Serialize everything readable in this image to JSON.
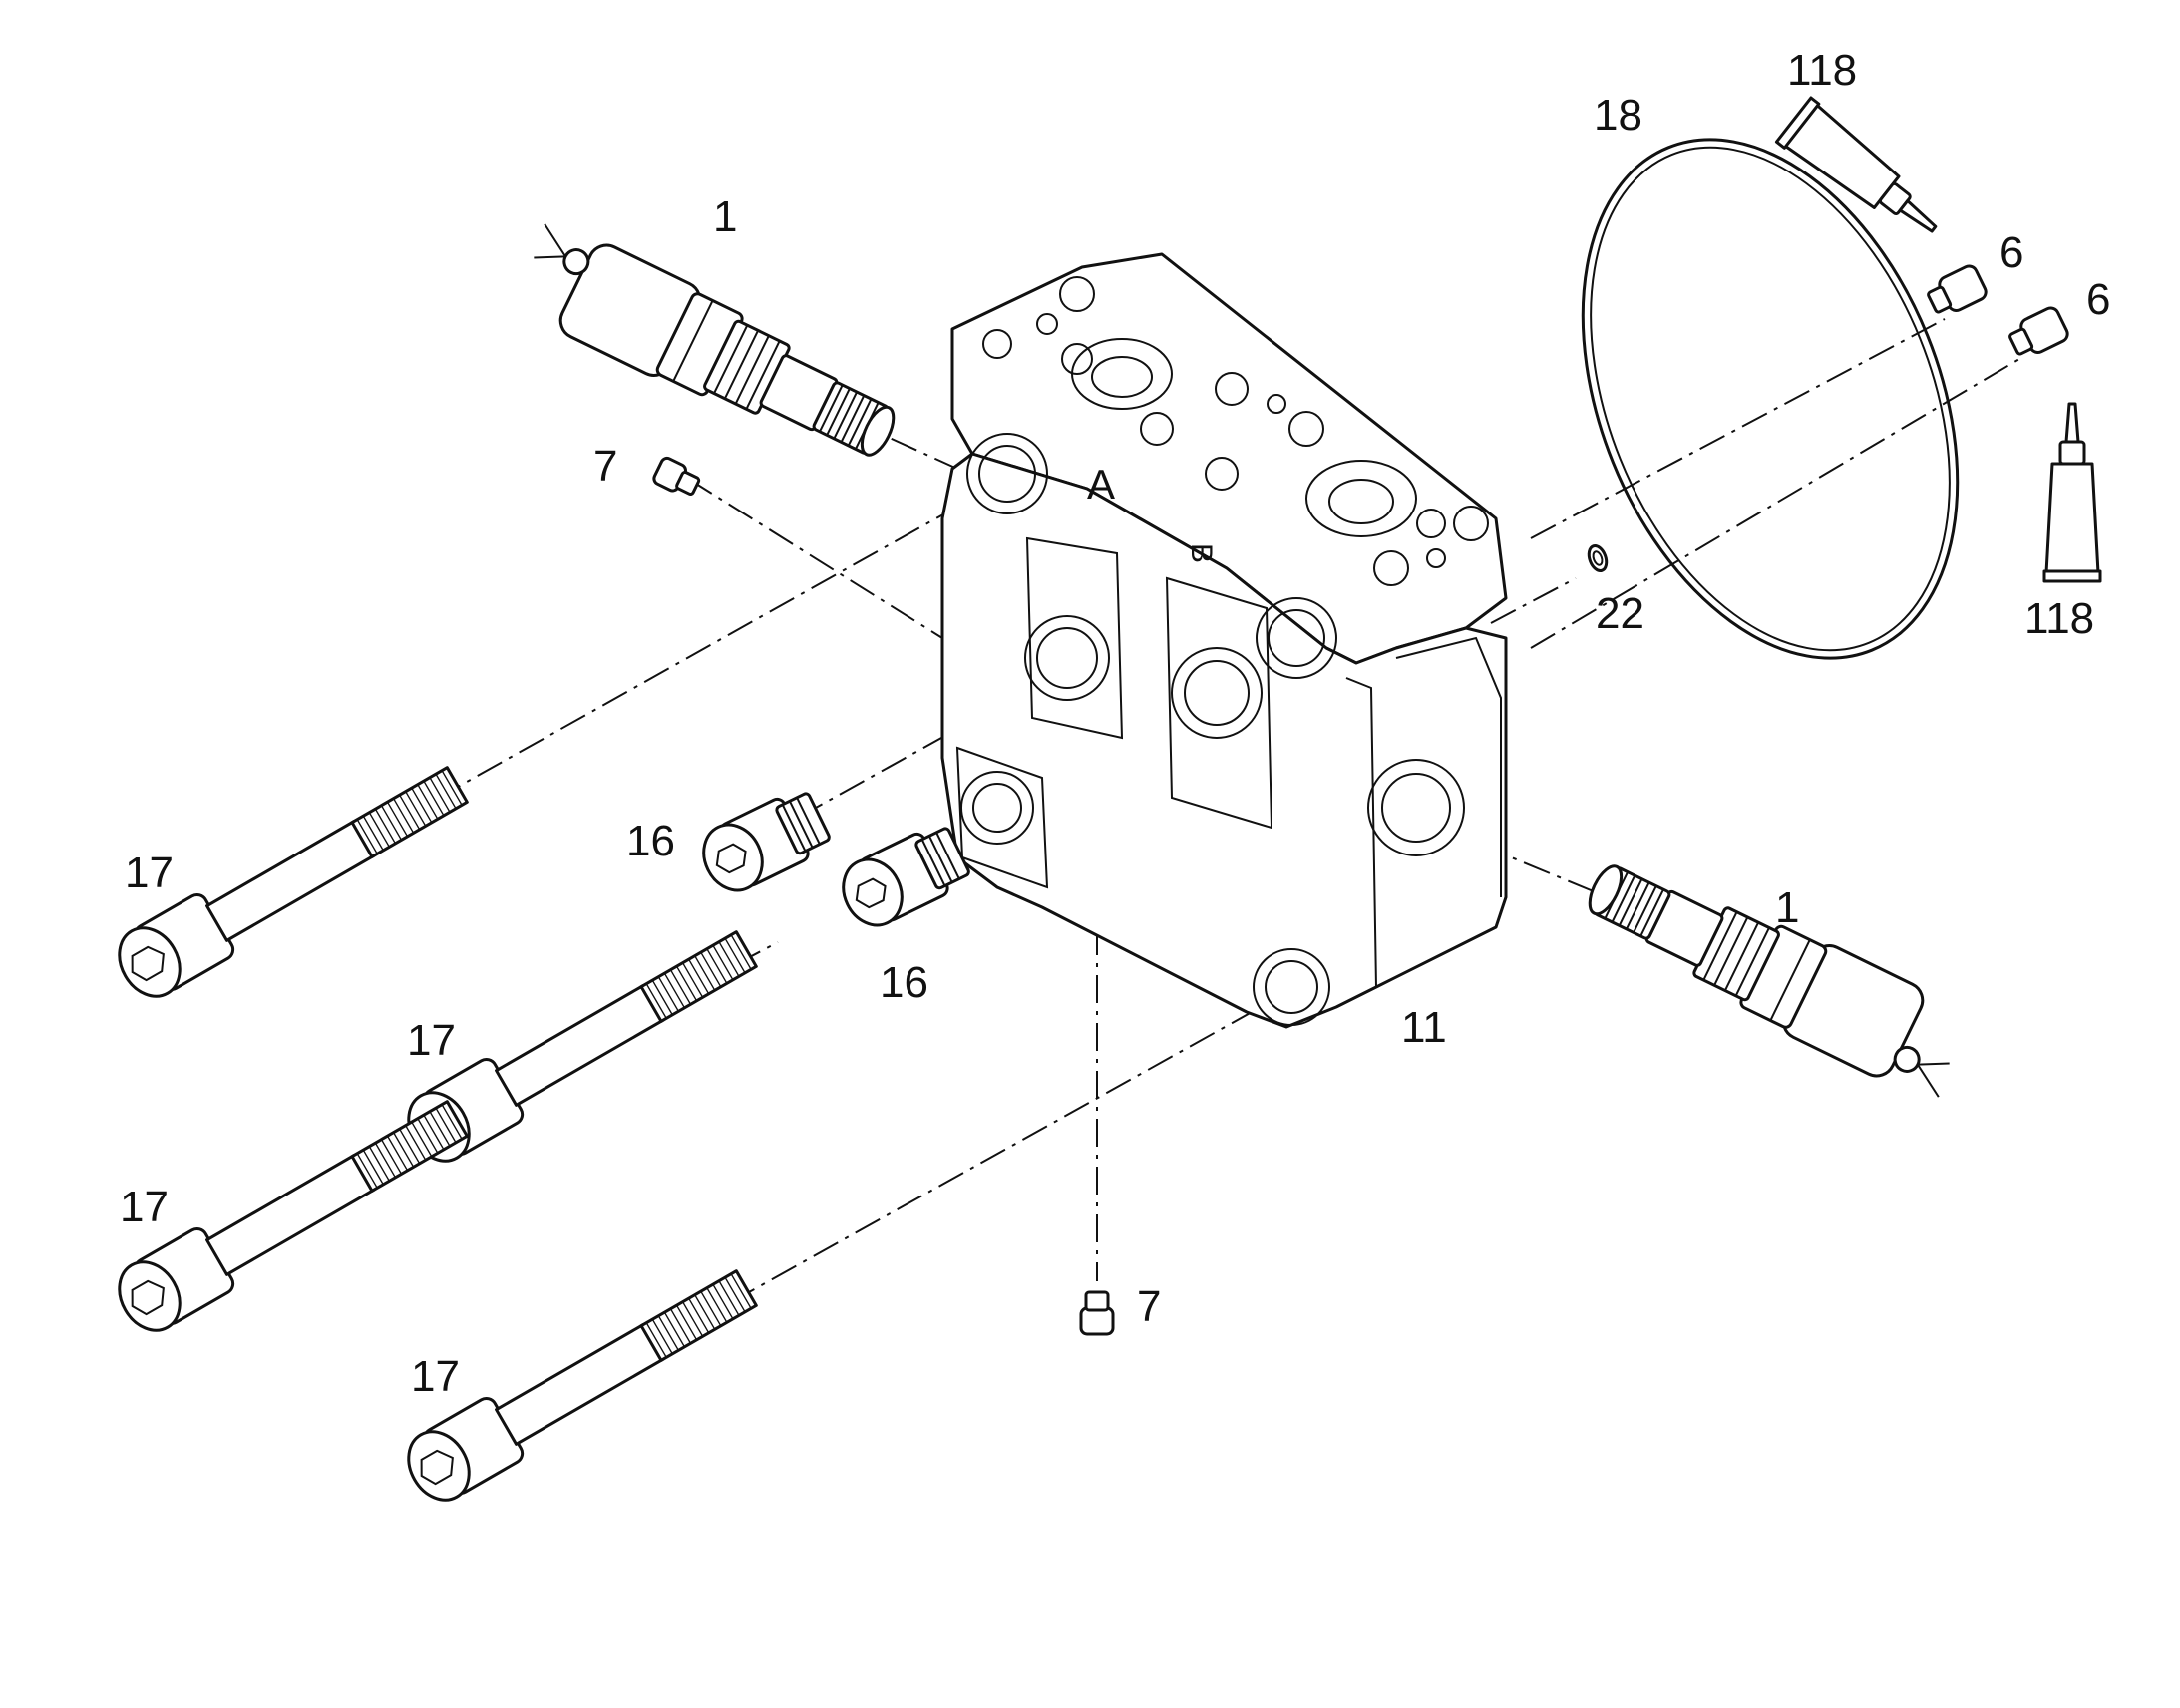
{
  "callouts": {
    "c1_top": "1",
    "c1_right": "1",
    "c6_a": "6",
    "c6_b": "6",
    "c7_top": "7",
    "c7_bottom": "7",
    "c11": "11",
    "c16_a": "16",
    "c16_b": "16",
    "c17_a": "17",
    "c17_b": "17",
    "c17_c": "17",
    "c17_d": "17",
    "c18": "18",
    "c22": "22",
    "c118_top": "118",
    "c118_bottom": "118"
  },
  "housing_marks": {
    "port_a": "A",
    "port_b": "B"
  },
  "icons": {
    "valve_cartridge": "relief-valve-cartridge-icon",
    "cap_screw": "socket-head-cap-screw-icon",
    "plug": "hex-socket-plug-icon",
    "oring": "o-ring-icon",
    "tube": "sealant-tube-icon"
  }
}
